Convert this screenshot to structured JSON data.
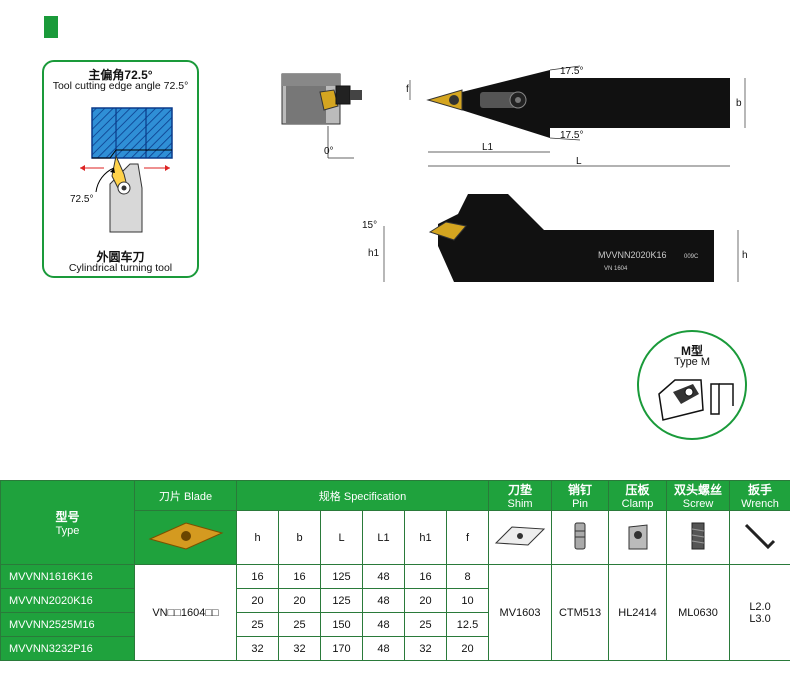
{
  "card": {
    "title_cn": "主偏角72.5°",
    "title_en": "Tool cutting edge angle 72.5°",
    "angle_label": "72.5°",
    "bottom_cn": "外圆车刀",
    "bottom_en": "Cylindrical turning tool"
  },
  "drawing": {
    "angle_0": "0°",
    "angle_top": "17.5°",
    "angle_bottom": "17.5°",
    "angle_15": "15°",
    "dim_f": "f",
    "dim_b": "b",
    "dim_L1": "L1",
    "dim_L": "L",
    "dim_h1": "h1",
    "dim_h": "h",
    "body_mark": "MVVNN2020K16",
    "body_mark2": "VN 1604",
    "body_mark3": "009C"
  },
  "type_m": {
    "cn": "M型",
    "en": "Type M"
  },
  "table": {
    "type_cn": "型号",
    "type_en": "Type",
    "blade_label": "刀片 Blade",
    "spec_label": "规格 Specification",
    "shim_cn": "刀垫",
    "shim_en": "Shim",
    "pin_cn": "销钉",
    "pin_en": "Pin",
    "clamp_cn": "压板",
    "clamp_en": "Clamp",
    "screw_cn": "双头螺丝",
    "screw_en": "Screw",
    "wrench_cn": "扳手",
    "wrench_en": "Wrench",
    "col_h": "h",
    "col_b": "b",
    "col_L": "L",
    "col_L1": "L1",
    "col_h1": "h1",
    "col_f": "f",
    "blade_value": "VN□□1604□□",
    "shim_value": "MV1603",
    "pin_value": "CTM513",
    "clamp_value": "HL2414",
    "screw_value": "ML0630",
    "wrench_value1": "L2.0",
    "wrench_value2": "L3.0",
    "rows": [
      {
        "type": "MVVNN1616K16",
        "h": "16",
        "b": "16",
        "L": "125",
        "L1": "48",
        "h1": "16",
        "f": "8"
      },
      {
        "type": "MVVNN2020K16",
        "h": "20",
        "b": "20",
        "L": "125",
        "L1": "48",
        "h1": "20",
        "f": "10"
      },
      {
        "type": "MVVNN2525M16",
        "h": "25",
        "b": "25",
        "L": "150",
        "L1": "48",
        "h1": "25",
        "f": "12.5"
      },
      {
        "type": "MVVNN3232P16",
        "h": "32",
        "b": "32",
        "L": "170",
        "L1": "48",
        "h1": "32",
        "f": "20"
      }
    ]
  }
}
